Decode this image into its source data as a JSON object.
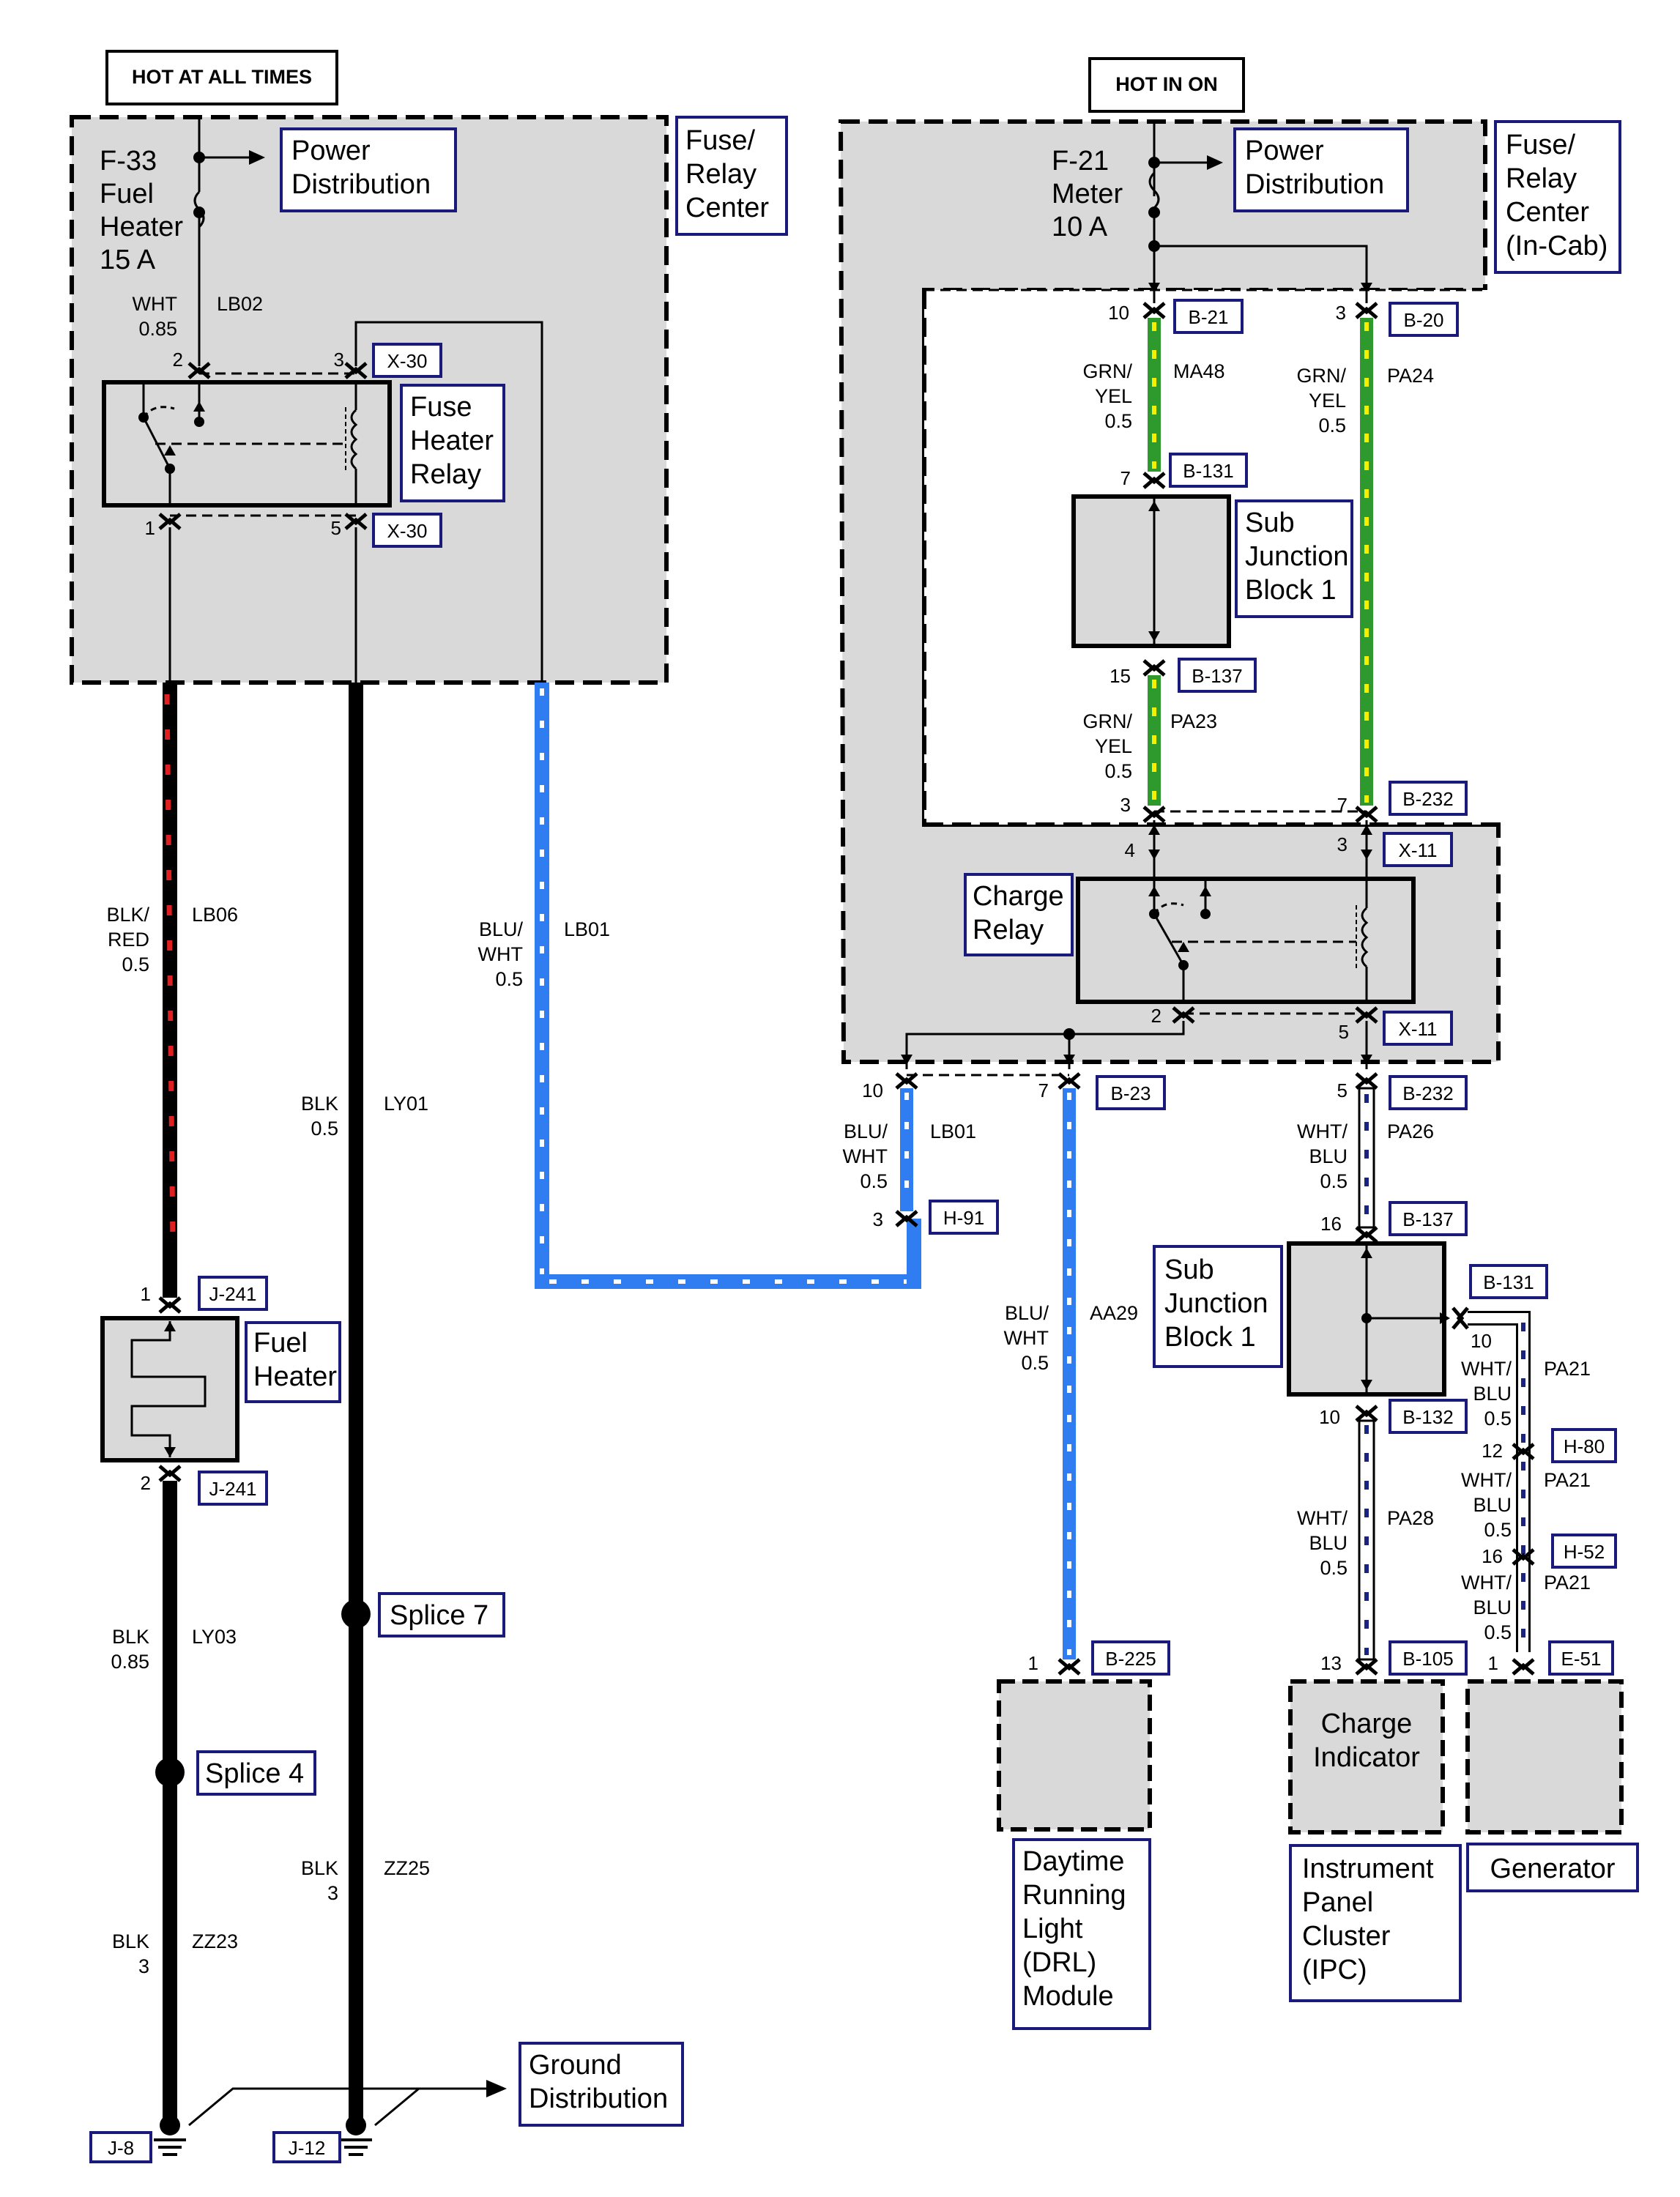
{
  "headers": {
    "hot_at_all_times": "HOT AT ALL TIMES",
    "hot_in_on": "HOT IN ON"
  },
  "fuse_left": {
    "line1": "F-33",
    "line2": "Fuel",
    "line3": "Heater",
    "line4": "15 A"
  },
  "fuse_right": {
    "line1": "F-21",
    "line2": "Meter",
    "line3": "10 A"
  },
  "power_distribution": {
    "line1": "Power",
    "line2": "Distribution"
  },
  "fuse_relay_center": {
    "line1": "Fuse/",
    "line2": "Relay",
    "line3": "Center"
  },
  "fuse_relay_center_incab": {
    "line1": "Fuse/",
    "line2": "Relay",
    "line3": "Center",
    "line4": "(In-Cab)"
  },
  "fuse_heater_relay": {
    "line1": "Fuse",
    "line2": "Heater",
    "line3": "Relay"
  },
  "charge_relay": {
    "line1": "Charge",
    "line2": "Relay"
  },
  "sub_junction_block": {
    "line1": "Sub",
    "line2": "Junction",
    "line3": "Block 1"
  },
  "fuel_heater": {
    "line1": "Fuel",
    "line2": "Heater"
  },
  "splices": {
    "s7": "Splice 7",
    "s4": "Splice 4"
  },
  "ground_distribution": {
    "line1": "Ground",
    "line2": "Distribution"
  },
  "drl_module": {
    "line1": "Daytime",
    "line2": "Running",
    "line3": "Light",
    "line4": "(DRL)",
    "line5": "Module"
  },
  "charge_indicator": {
    "line1": "Charge",
    "line2": "Indicator"
  },
  "ipc": {
    "line1": "Instrument",
    "line2": "Panel",
    "line3": "Cluster",
    "line4": "(IPC)"
  },
  "generator": {
    "label": "Generator"
  },
  "connectors": {
    "x30": "X-30",
    "b21": "B-21",
    "b20": "B-20",
    "b131": "B-131",
    "b137": "B-137",
    "b232": "B-232",
    "x11": "X-11",
    "b23": "B-23",
    "h91": "H-91",
    "j241": "J-241",
    "b132": "B-132",
    "h80": "H-80",
    "h52": "H-52",
    "b225": "B-225",
    "b105": "B-105",
    "e51": "E-51",
    "j8": "J-8",
    "j12": "J-12"
  },
  "pins": {
    "p1": "1",
    "p2": "2",
    "p3": "3",
    "p4": "4",
    "p5": "5",
    "p7": "7",
    "p10": "10",
    "p12": "12",
    "p13": "13",
    "p15": "15",
    "p16": "16"
  },
  "wires": {
    "lb02": {
      "color1": "WHT",
      "gauge": "0.85",
      "circuit": "LB02"
    },
    "lb06": {
      "color1": "BLK/",
      "color2": "RED",
      "gauge": "0.5",
      "circuit": "LB06"
    },
    "ly01": {
      "color1": "BLK",
      "gauge": "0.5",
      "circuit": "LY01"
    },
    "lb01": {
      "color1": "BLU/",
      "color2": "WHT",
      "gauge": "0.5",
      "circuit": "LB01"
    },
    "ma48": {
      "color1": "GRN/",
      "color2": "YEL",
      "gauge": "0.5",
      "circuit": "MA48"
    },
    "pa24": {
      "color1": "GRN/",
      "color2": "YEL",
      "gauge": "0.5",
      "circuit": "PA24"
    },
    "pa23": {
      "color1": "GRN/",
      "color2": "YEL",
      "gauge": "0.5",
      "circuit": "PA23"
    },
    "pa26": {
      "color1": "WHT/",
      "color2": "BLU",
      "gauge": "0.5",
      "circuit": "PA26"
    },
    "aa29": {
      "color1": "BLU/",
      "color2": "WHT",
      "gauge": "0.5",
      "circuit": "AA29"
    },
    "pa21": {
      "color1": "WHT/",
      "color2": "BLU",
      "gauge": "0.5",
      "circuit": "PA21"
    },
    "pa28": {
      "color1": "WHT/",
      "color2": "BLU",
      "gauge": "0.5",
      "circuit": "PA28"
    },
    "ly03": {
      "color1": "BLK",
      "gauge": "0.85",
      "circuit": "LY03"
    },
    "zz25": {
      "color1": "BLK",
      "gauge": "3",
      "circuit": "ZZ25"
    },
    "zz23": {
      "color1": "BLK",
      "gauge": "3",
      "circuit": "ZZ23"
    }
  },
  "colors": {
    "box_border": "#1a1a7a",
    "area_fill": "#d9d9d9",
    "wire_blue": "#2f7df0",
    "wire_green": "#2e9a2e",
    "stripe_yellow": "#f4f000",
    "stripe_red": "#e02020",
    "stripe_navy": "#1a237e"
  }
}
